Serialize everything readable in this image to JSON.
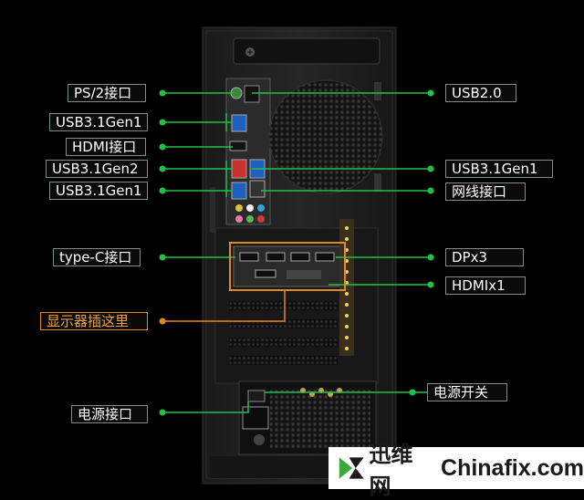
{
  "labels": {
    "ps2": "PS/2接口",
    "usb31gen1_a": "USB3.1Gen1",
    "hdmi_port": "HDMI接口",
    "usb31gen2": "USB3.1Gen2",
    "usb31gen1_b": "USB3.1Gen1",
    "typec": "type-C接口",
    "display_plug": "显示器插这里",
    "power_port": "电源接口",
    "usb20": "USB2.0",
    "usb31gen1_c": "USB3.1Gen1",
    "ethernet": "网线接口",
    "dp": "DPx3",
    "hdmi_gpu": "HDMIx1",
    "power_switch": "电源开关"
  },
  "watermark": {
    "cn": "迅维网",
    "en": "Chinafix.com"
  },
  "colors": {
    "green_line": "#1ec24a",
    "orange_line": "#e08a1e",
    "case_body": "#1b1b1b"
  }
}
